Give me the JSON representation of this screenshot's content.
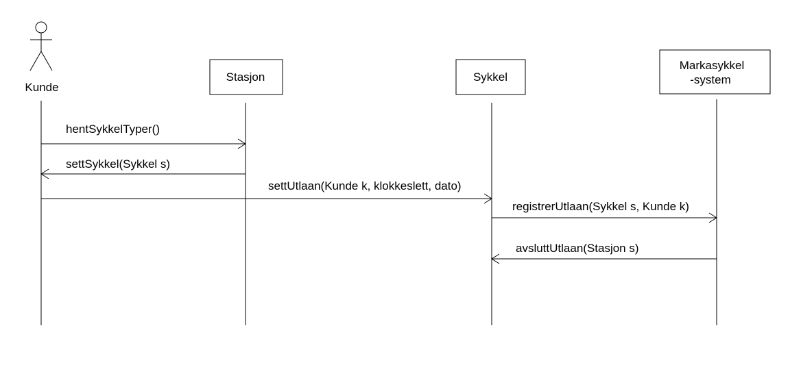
{
  "actor": {
    "label": "Kunde"
  },
  "participants": {
    "stasjon": {
      "label": "Stasjon"
    },
    "sykkel": {
      "label": "Sykkel"
    },
    "markasykkel": {
      "label_line1": "Markasykkel",
      "label_line2": "-system"
    }
  },
  "messages": [
    {
      "label": "hentSykkelTyper()",
      "from": "Kunde",
      "to": "Stasjon"
    },
    {
      "label": "settSykkel(Sykkel s)",
      "from": "Stasjon",
      "to": "Kunde"
    },
    {
      "label": "settUtlaan(Kunde k, klokkeslett, dato)",
      "from": "Kunde",
      "to": "Sykkel"
    },
    {
      "label": "registrerUtlaan(Sykkel s, Kunde k)",
      "from": "Sykkel",
      "to": "Markasykkel-system"
    },
    {
      "label": "avsluttUtlaan(Stasjon s)",
      "from": "Markasykkel-system",
      "to": "Sykkel"
    }
  ]
}
